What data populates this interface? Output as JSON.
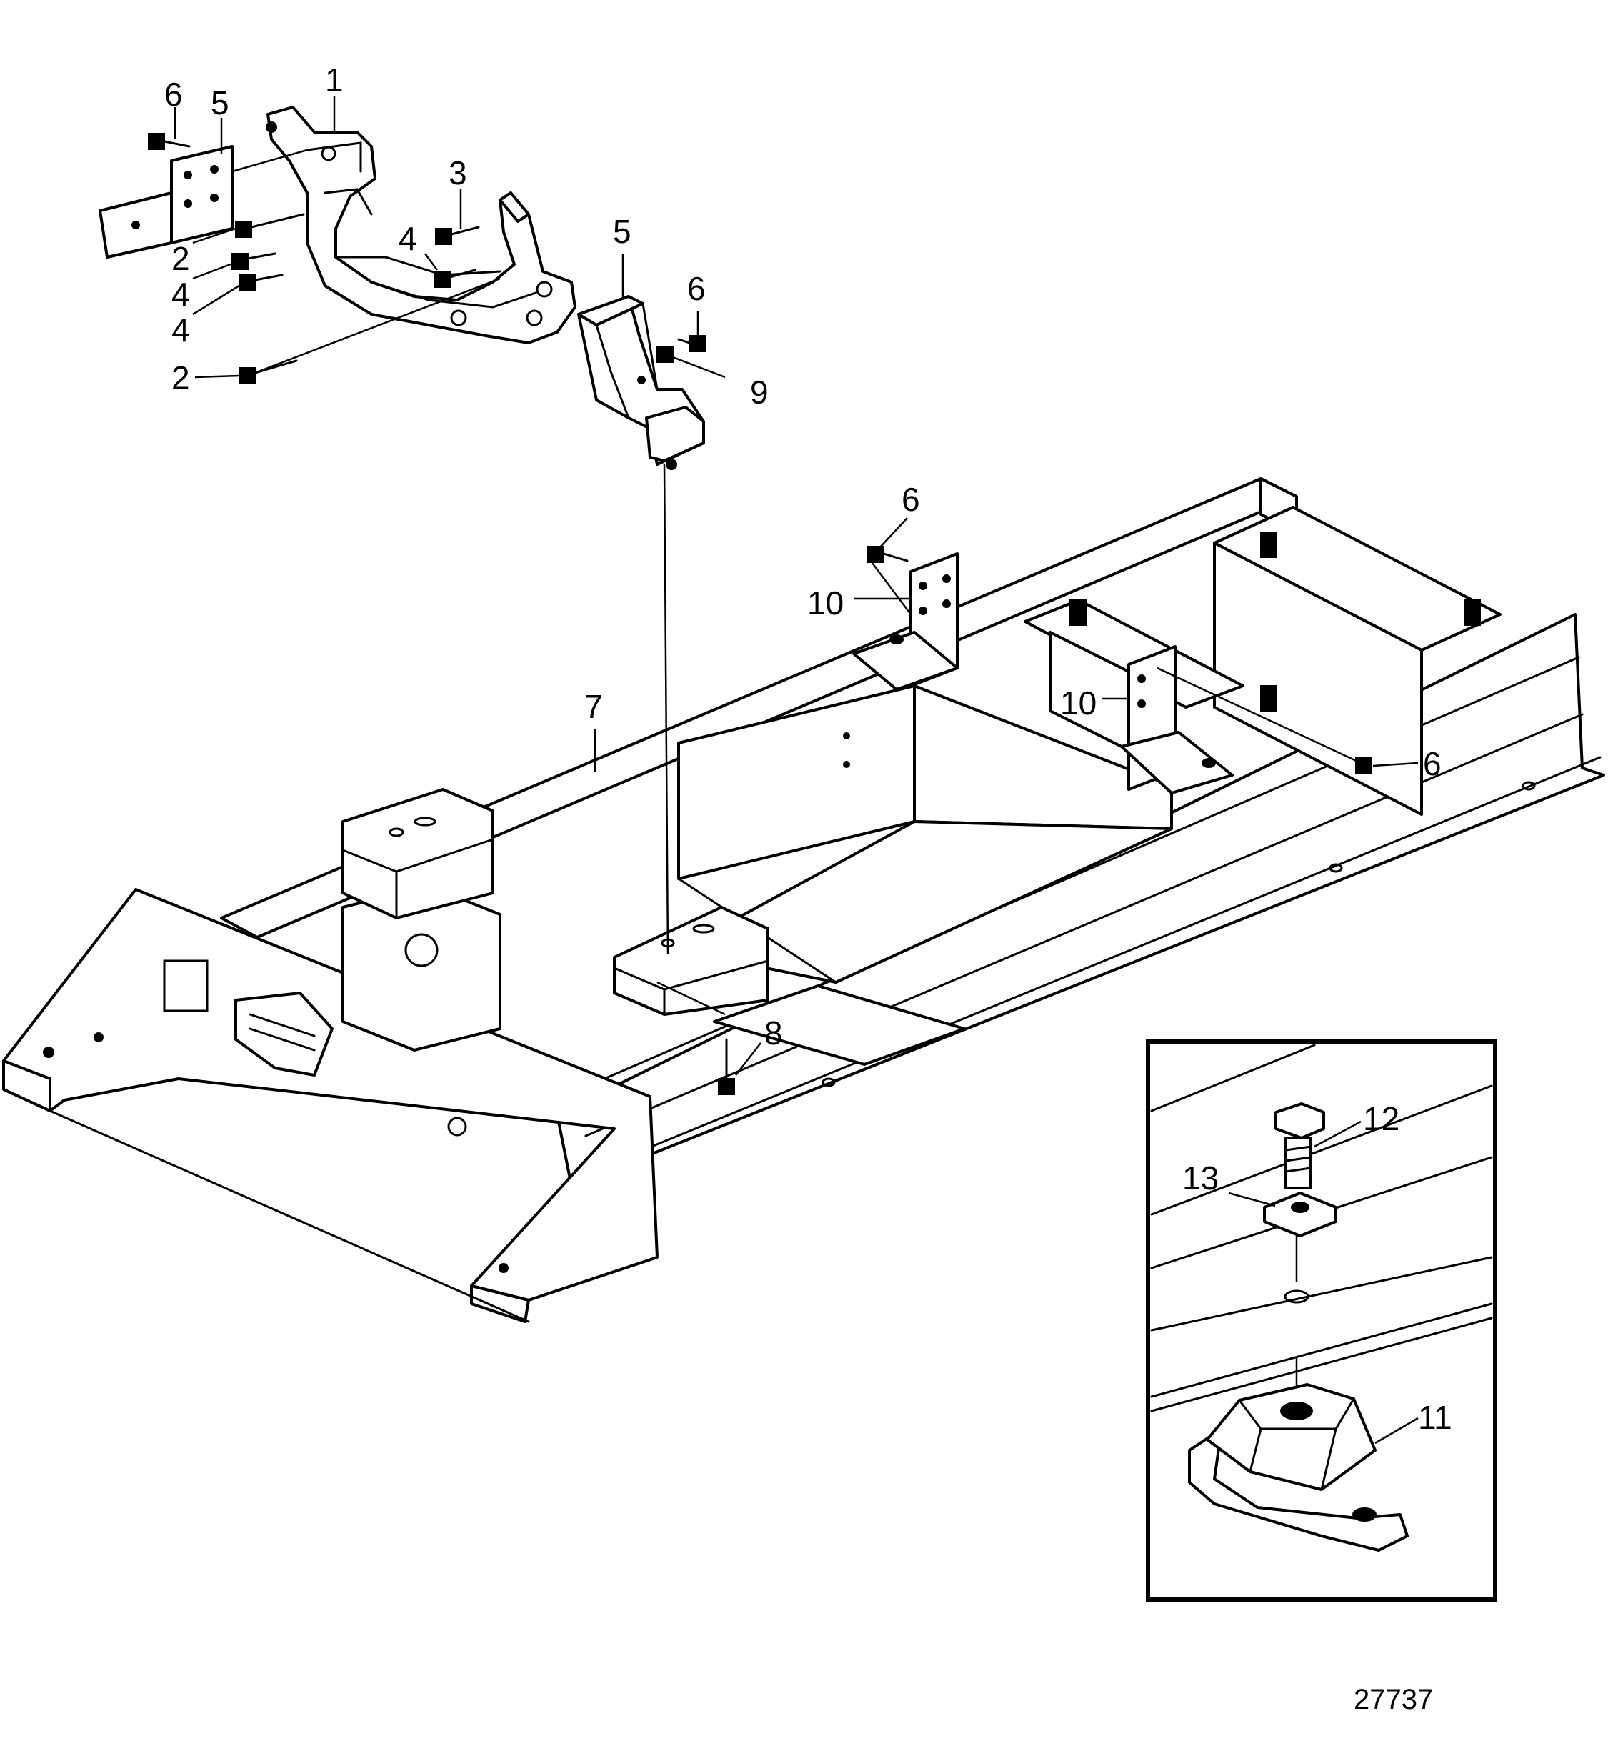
{
  "callouts": {
    "c1": "1",
    "c2a": "2",
    "c2b": "2",
    "c3": "3",
    "c4a": "4",
    "c4b": "4",
    "c4c": "4",
    "c5a": "5",
    "c5b": "5",
    "c6a": "6",
    "c6b": "6",
    "c6c": "6",
    "c6d": "6",
    "c7": "7",
    "c8": "8",
    "c9": "9",
    "c10a": "10",
    "c10b": "10",
    "c11": "11",
    "c12": "12",
    "c13": "13"
  },
  "drawing_number": "27737",
  "colors": {
    "line": "#000000",
    "paper": "#ffffff"
  }
}
